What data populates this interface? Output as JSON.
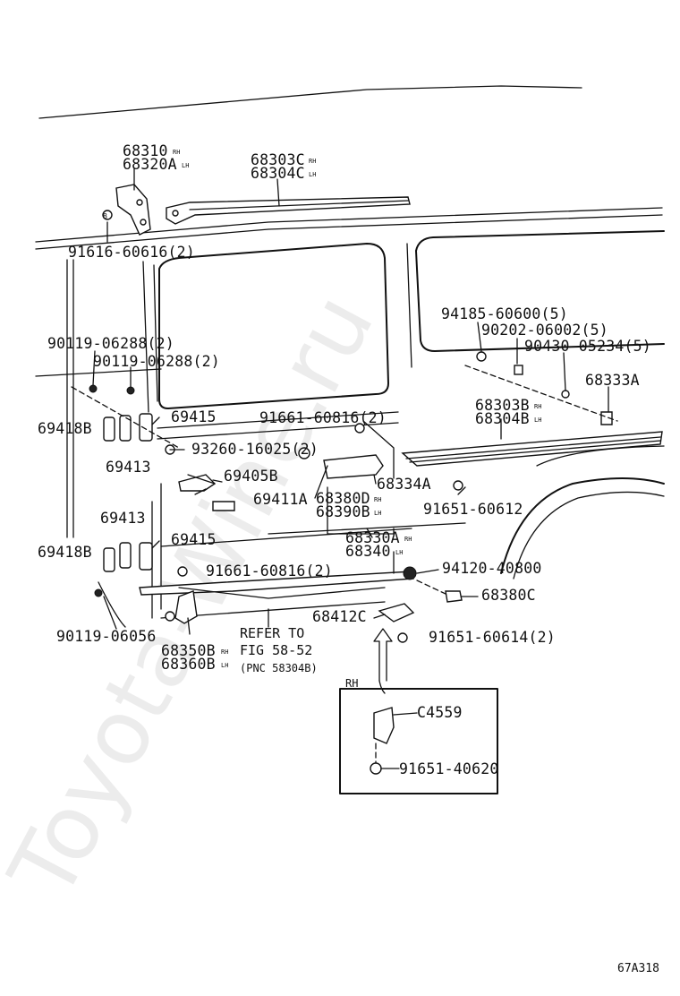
{
  "watermark": "Toyota-Wine.ru",
  "figure_code": "67A318",
  "box_title": "RH",
  "labels": {
    "p68310": "68310",
    "p68320A": "68320A",
    "p68303C": "68303C",
    "p68304C": "68304C",
    "p91616": "91616-60616(2)",
    "p94185": "94185-60600(5)",
    "p90202": "90202-06002(5)",
    "p90430": "90430-05234(5)",
    "p68333A": "68333A",
    "p90119a": "90119-06288(2)",
    "p90119b": "90119-06288(2)",
    "p69418B1": "69418B",
    "p69415a": "69415",
    "p91661a": "91661-60816(2)",
    "p68303B": "68303B",
    "p68304B": "68304B",
    "p93260": "93260-16025(2)",
    "p69413a": "69413",
    "p69405B": "69405B",
    "p68334A": "68334A",
    "p69411A": "69411A",
    "p68380D": "68380D",
    "p68390B": "68390B",
    "p91651a": "91651-60612",
    "p69413b": "69413",
    "p69418B2": "69418B",
    "p69415b": "69415",
    "p68330A": "68330A",
    "p68340": "68340",
    "p91661b": "91661-60816(2)",
    "p94120": "94120-40800",
    "p68380C": "68380C",
    "p90119c": "90119-06056",
    "p68412C": "68412C",
    "p91651b": "91651-60614(2)",
    "p68350B": "68350B",
    "p68360B": "68360B",
    "refer1": "REFER TO",
    "refer2": "FIG 58-52",
    "refer3": "(PNC 58304B)",
    "pC4559": "C4559",
    "p91651c": "91651-40620"
  },
  "side_marks": {
    "rh": "RH",
    "lh": "LH"
  }
}
